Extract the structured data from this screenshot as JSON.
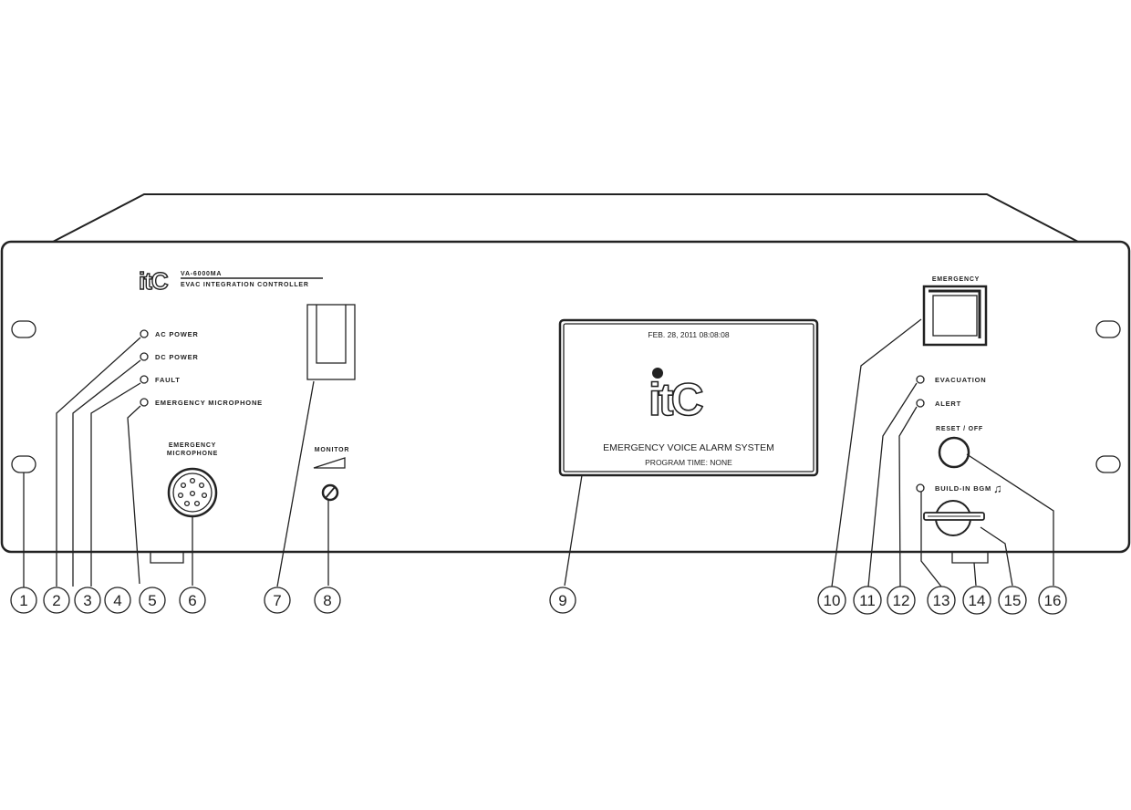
{
  "brand": {
    "logo_text": "itC",
    "model": "VA-6000MA",
    "subtitle": "EVAC INTEGRATION CONTROLLER"
  },
  "indicators": [
    "AC POWER",
    "DC POWER",
    "FAULT",
    "EMERGENCY MICROPHONE"
  ],
  "mic_jack_label": [
    "EMERGENCY",
    "MICROPHONE"
  ],
  "monitor_label": "MONITOR",
  "display": {
    "datetime": "FEB. 28, 2011   08:08:08",
    "logo_text": "itC",
    "title": "EMERGENCY VOICE ALARM SYSTEM",
    "program_time": "PROGRAM TIME: NONE"
  },
  "emergency_button_label": "EMERGENCY",
  "right_indicators": [
    "EVACUATION",
    "ALERT"
  ],
  "reset_label": "RESET / OFF",
  "bgm_label": "BUILD-IN BGM",
  "callouts": [
    "1",
    "2",
    "3",
    "4",
    "5",
    "6",
    "7",
    "8",
    "9",
    "10",
    "11",
    "12",
    "13",
    "14",
    "15",
    "16"
  ]
}
